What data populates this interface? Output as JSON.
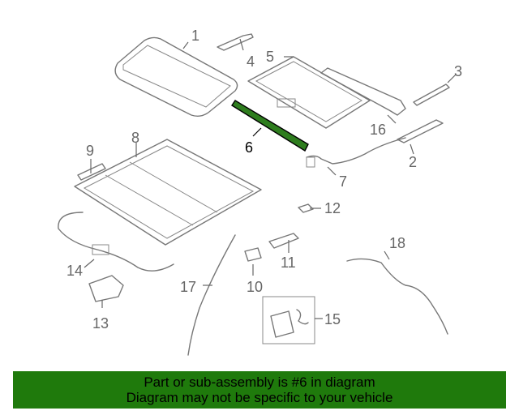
{
  "diagram": {
    "highlighted_part": "6",
    "highlight_color": "#2e7d1e",
    "callouts": [
      "1",
      "2",
      "3",
      "4",
      "5",
      "6",
      "7",
      "8",
      "9",
      "10",
      "11",
      "12",
      "13",
      "14",
      "15",
      "16",
      "17",
      "18"
    ]
  },
  "footer": {
    "line1": "Part or sub-assembly is #6 in diagram",
    "line2": "Diagram may not be specific to your vehicle",
    "background": "#1f7a0c"
  }
}
